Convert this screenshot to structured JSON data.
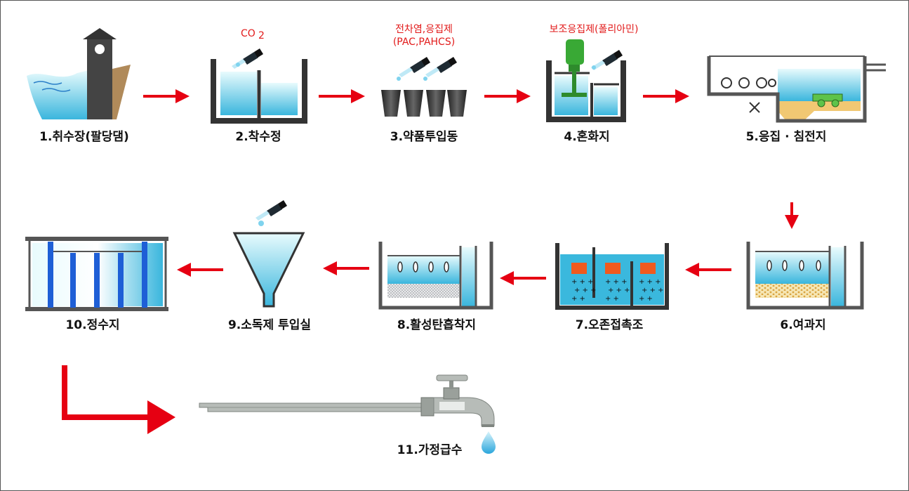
{
  "steps": [
    {
      "label": "1.취수장(팔당댐)"
    },
    {
      "label": "2.착수정"
    },
    {
      "label": "3.약품투입동"
    },
    {
      "label": "4.혼화지"
    },
    {
      "label": "5.응집 · 침전지"
    },
    {
      "label": "6.여과지"
    },
    {
      "label": "7.오존접촉조"
    },
    {
      "label": "8.활성탄흡착지"
    },
    {
      "label": "9.소독제 투입실"
    },
    {
      "label": "10.정수지"
    },
    {
      "label": "11.가정급수"
    }
  ],
  "annotations": {
    "co2": "CO",
    "co2_sub": "2",
    "chem1": "전차염,응집제",
    "chem2": "(PAC,PAHCS)",
    "aux": "보조응집제(폴리아민)"
  },
  "colors": {
    "arrow": "#e60012",
    "water_light": "#dff6fb",
    "water_deep": "#38b7de",
    "tank_wall": "#333333",
    "pipe": "#b7bcb8",
    "pillar": "#1e5fd6"
  }
}
